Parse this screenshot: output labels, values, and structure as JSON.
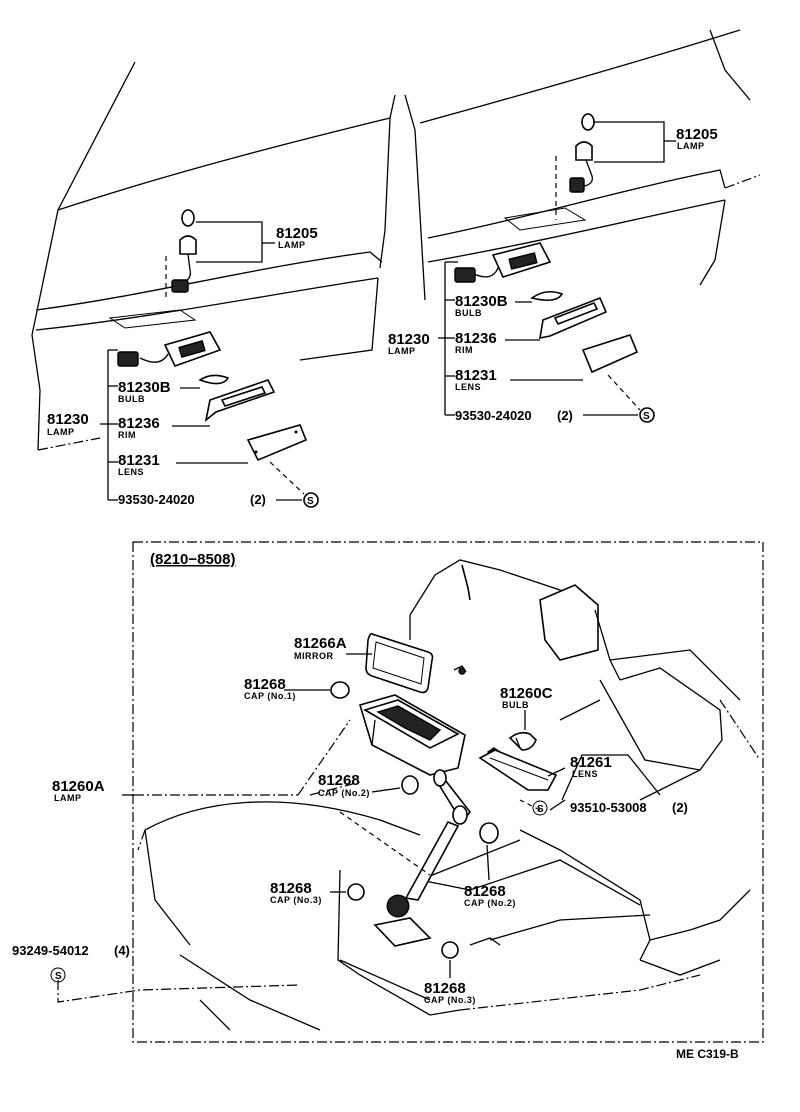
{
  "left_group": {
    "lamp_81205": {
      "pn": "81205",
      "name": "LAMP"
    },
    "lamp_81230": {
      "pn": "81230",
      "name": "LAMP"
    },
    "bulb": {
      "pn": "81230B",
      "name": "BULB"
    },
    "rim": {
      "pn": "81236",
      "name": "RIM"
    },
    "lens": {
      "pn": "81231",
      "name": "LENS"
    },
    "screw": {
      "pn": "93530-24020",
      "qty": "(2)",
      "symbol": "S"
    }
  },
  "right_group": {
    "lamp_81205": {
      "pn": "81205",
      "name": "LAMP"
    },
    "lamp_81230": {
      "pn": "81230",
      "name": "LAMP"
    },
    "bulb": {
      "pn": "81230B",
      "name": "BULB"
    },
    "rim": {
      "pn": "81236",
      "name": "RIM"
    },
    "lens": {
      "pn": "81231",
      "name": "LENS"
    },
    "screw": {
      "pn": "93530-24020",
      "qty": "(2)",
      "symbol": "S"
    }
  },
  "inset": {
    "date_range": "(8210−8508)",
    "mirror": {
      "pn": "81266A",
      "name": "MIRROR"
    },
    "cap_top_no1": {
      "pn": "81268",
      "name": "CAP (No.1)"
    },
    "bulb": {
      "pn": "81260C",
      "name": "BULB"
    },
    "lamp": {
      "pn": "81260A",
      "name": "LAMP"
    },
    "cap_mid_no2": {
      "pn": "81268",
      "name": "CAP (No.2)"
    },
    "lens": {
      "pn": "81261",
      "name": "LENS"
    },
    "screw": {
      "pn": "93510-53008",
      "qty": "(2)",
      "symbol": "S"
    },
    "cap_left_no3": {
      "pn": "81268",
      "name": "CAP (No.3)"
    },
    "cap_right_no2": {
      "pn": "81268",
      "name": "CAP (No.2)"
    },
    "cap_bottom_no3": {
      "pn": "81268",
      "name": "CAP (No.3)"
    }
  },
  "outside": {
    "screw": {
      "pn": "93249-54012",
      "qty": "(4)",
      "symbol": "S"
    }
  },
  "figure_code": "ME C319-B"
}
